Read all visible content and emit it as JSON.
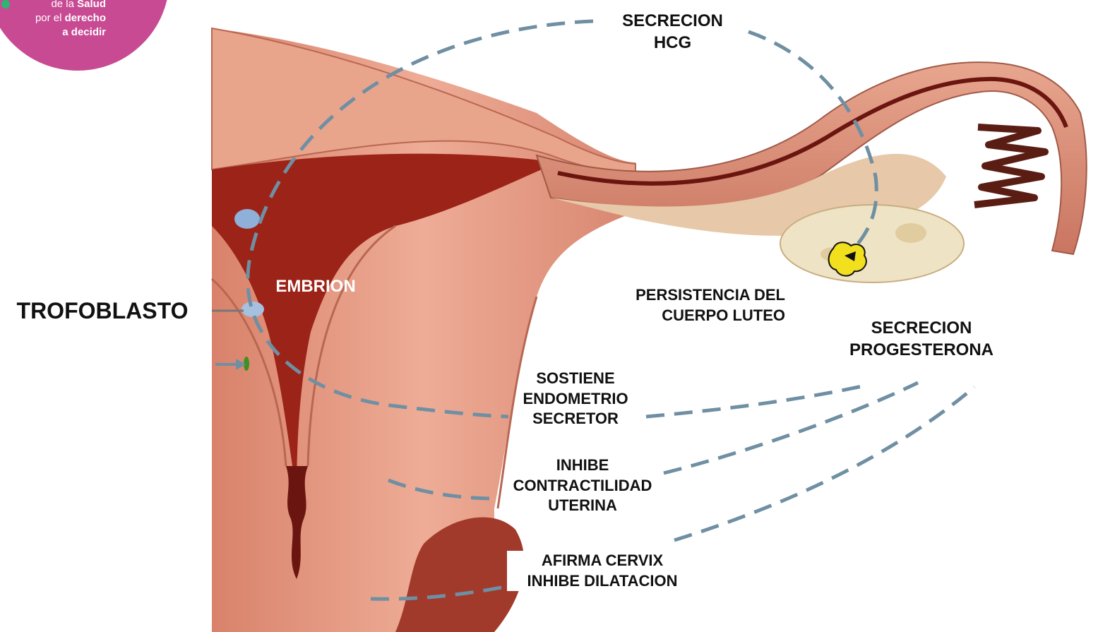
{
  "badge": {
    "line1_prefix": "de la ",
    "line1_strong": "Salud",
    "line2_prefix": "por el ",
    "line2_strong": "derecho",
    "line3": "a decidir"
  },
  "labels": {
    "secrecion_hcg": [
      "SECRECION",
      "HCG"
    ],
    "embrion": "EMBRION",
    "trofoblasto": "TROFOBLASTO",
    "cuerpo_luteo": [
      "PERSISTENCIA  DEL",
      "CUERPO LUTEO"
    ],
    "secrecion_progesterona": [
      "SECRECION",
      "PROGESTERONA"
    ],
    "sostiene": [
      "SOSTIENE",
      "ENDOMETRIO",
      "SECRETOR"
    ],
    "inhibe_contractilidad": [
      "INHIBE",
      "CONTRACTILIDAD",
      "UTERINA"
    ],
    "afirma_cervix": [
      "AFIRMA CERVIX",
      "INHIBE DILATACION"
    ]
  },
  "colors": {
    "dashed_line": "#6f8fa3",
    "uterus_wall": "#e79c86",
    "cavity": "#9c2318",
    "ovary": "#efe3c5",
    "corpus_luteum": "#f2e01e",
    "badge": "#c84a93"
  }
}
